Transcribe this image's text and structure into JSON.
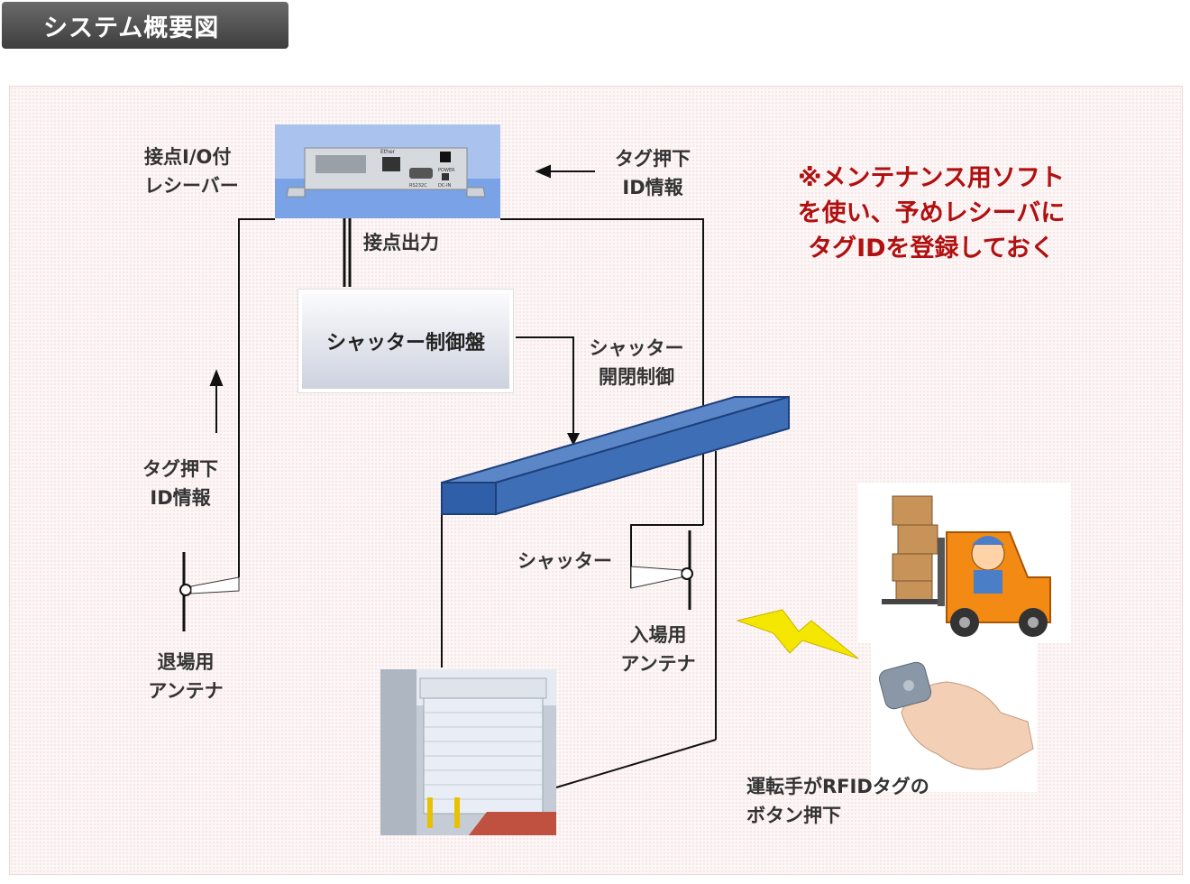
{
  "header": {
    "title": "システム概要図"
  },
  "labels": {
    "receiver": [
      "接点I/O付",
      "レシーバー"
    ],
    "tag_info_top": [
      "タグ押下",
      "ID情報"
    ],
    "contact_output": "接点出力",
    "controller": "シャッター制御盤",
    "shutter_control": [
      "シャッター",
      "開閉制御"
    ],
    "tag_info_left": [
      "タグ押下",
      "ID情報"
    ],
    "shutter": "シャッター",
    "entry_antenna": [
      "入場用",
      "アンテナ"
    ],
    "exit_antenna": [
      "退場用",
      "アンテナ"
    ],
    "driver_note": [
      "運転手がRFIDタグの",
      "ボタン押下"
    ]
  },
  "note": [
    "※メンテナンス用ソフト",
    "を使い、予めレシーバに",
    "タグIDを登録しておく"
  ],
  "device_text": {
    "ether": "Ether",
    "power": "POWER",
    "rs232c": "RS232C",
    "dcin": "DC-IN"
  },
  "colors": {
    "title_bg": "#4a4a4a",
    "note_text": "#b01010",
    "beam_blue": "#3a6ab0",
    "lightning": "#f5e600",
    "forklift": "#f28a14"
  }
}
